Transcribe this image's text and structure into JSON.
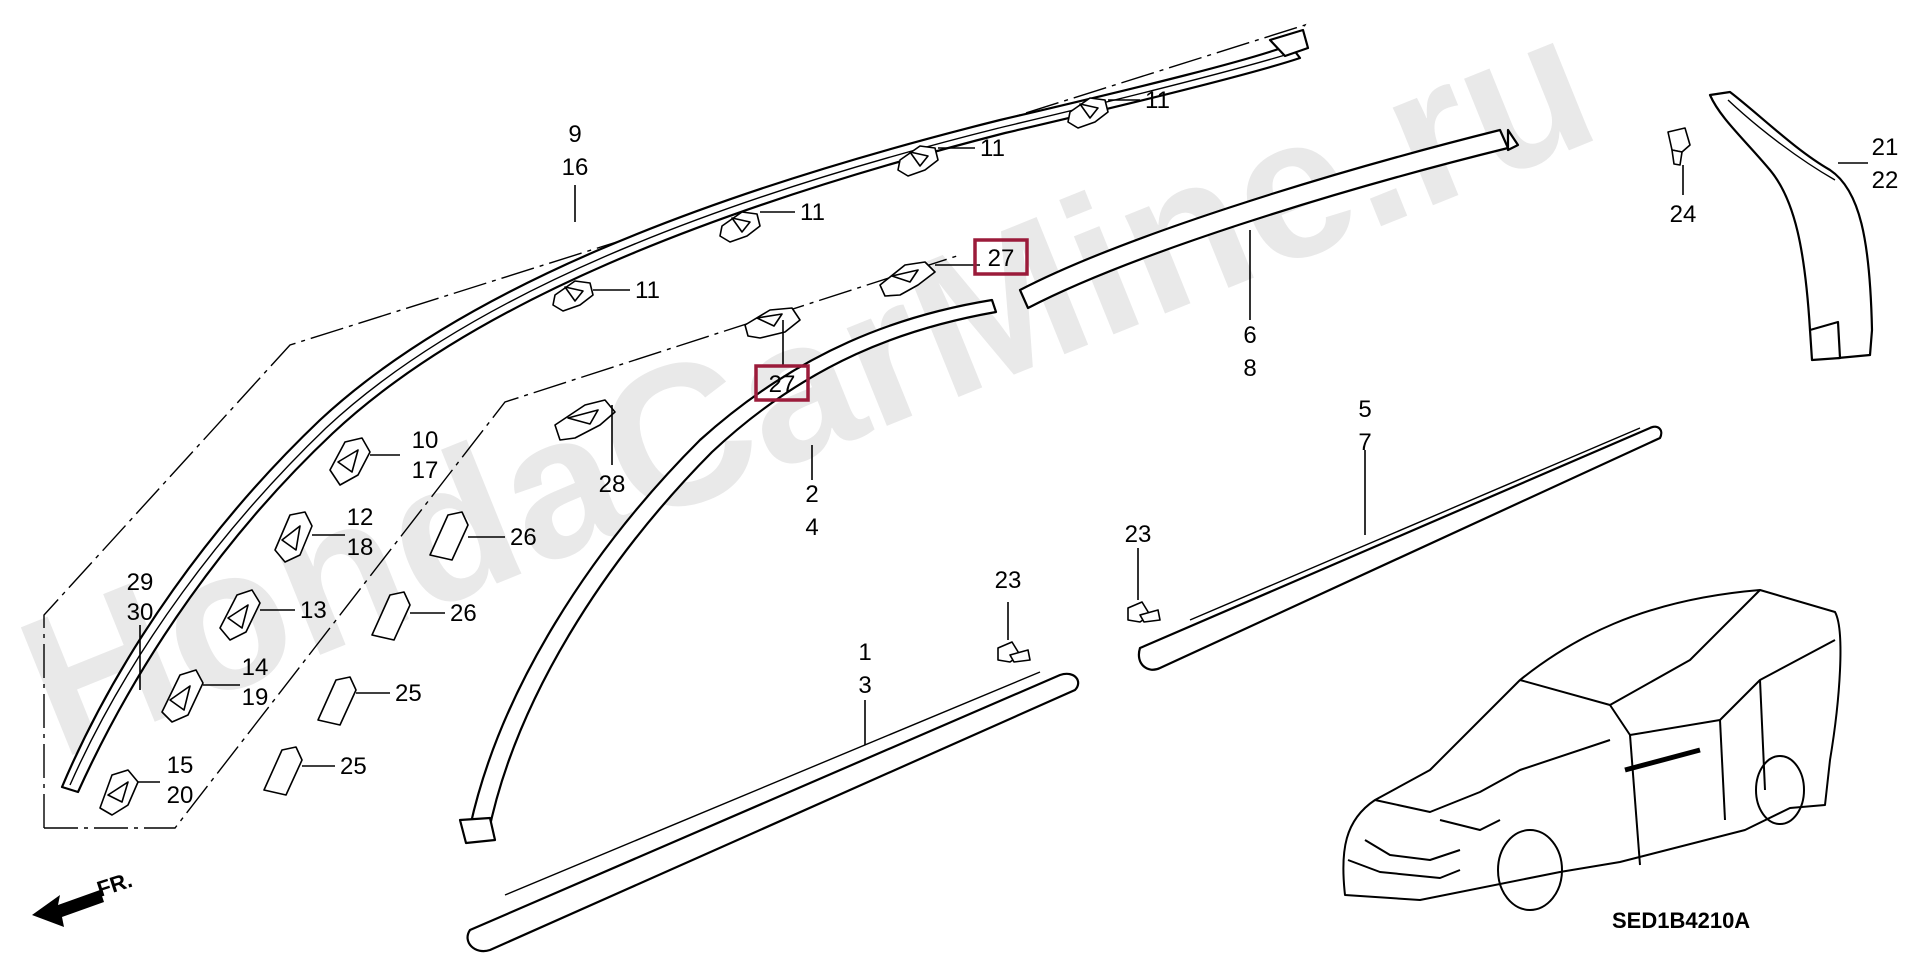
{
  "watermark": "HondaCarMine.ru",
  "diagram_code": "SED1B4210A",
  "direction_label": "FR.",
  "callouts": {
    "c9_16": [
      "9",
      "16"
    ],
    "c11a": "11",
    "c11b": "11",
    "c11c": "11",
    "c11d": "11",
    "c27a": "27",
    "c27b": "27",
    "c6_8": [
      "6",
      "8"
    ],
    "c21_22": [
      "21",
      "22"
    ],
    "c24": "24",
    "c10_17": [
      "10",
      "17"
    ],
    "c12_18": [
      "12",
      "18"
    ],
    "c13": "13",
    "c14_19": [
      "14",
      "19"
    ],
    "c15_20": [
      "15",
      "20"
    ],
    "c29_30": [
      "29",
      "30"
    ],
    "c28": "28",
    "c2_4": [
      "2",
      "4"
    ],
    "c26a": "26",
    "c26b": "26",
    "c25a": "25",
    "c25b": "25",
    "c5_7": [
      "5",
      "7"
    ],
    "c23a": "23",
    "c23b": "23",
    "c1_3": [
      "1",
      "3"
    ]
  },
  "highlight_color": "#9b1b3a",
  "icons": {
    "direction": "arrow-left-icon",
    "vehicle": "station-wagon-icon"
  }
}
